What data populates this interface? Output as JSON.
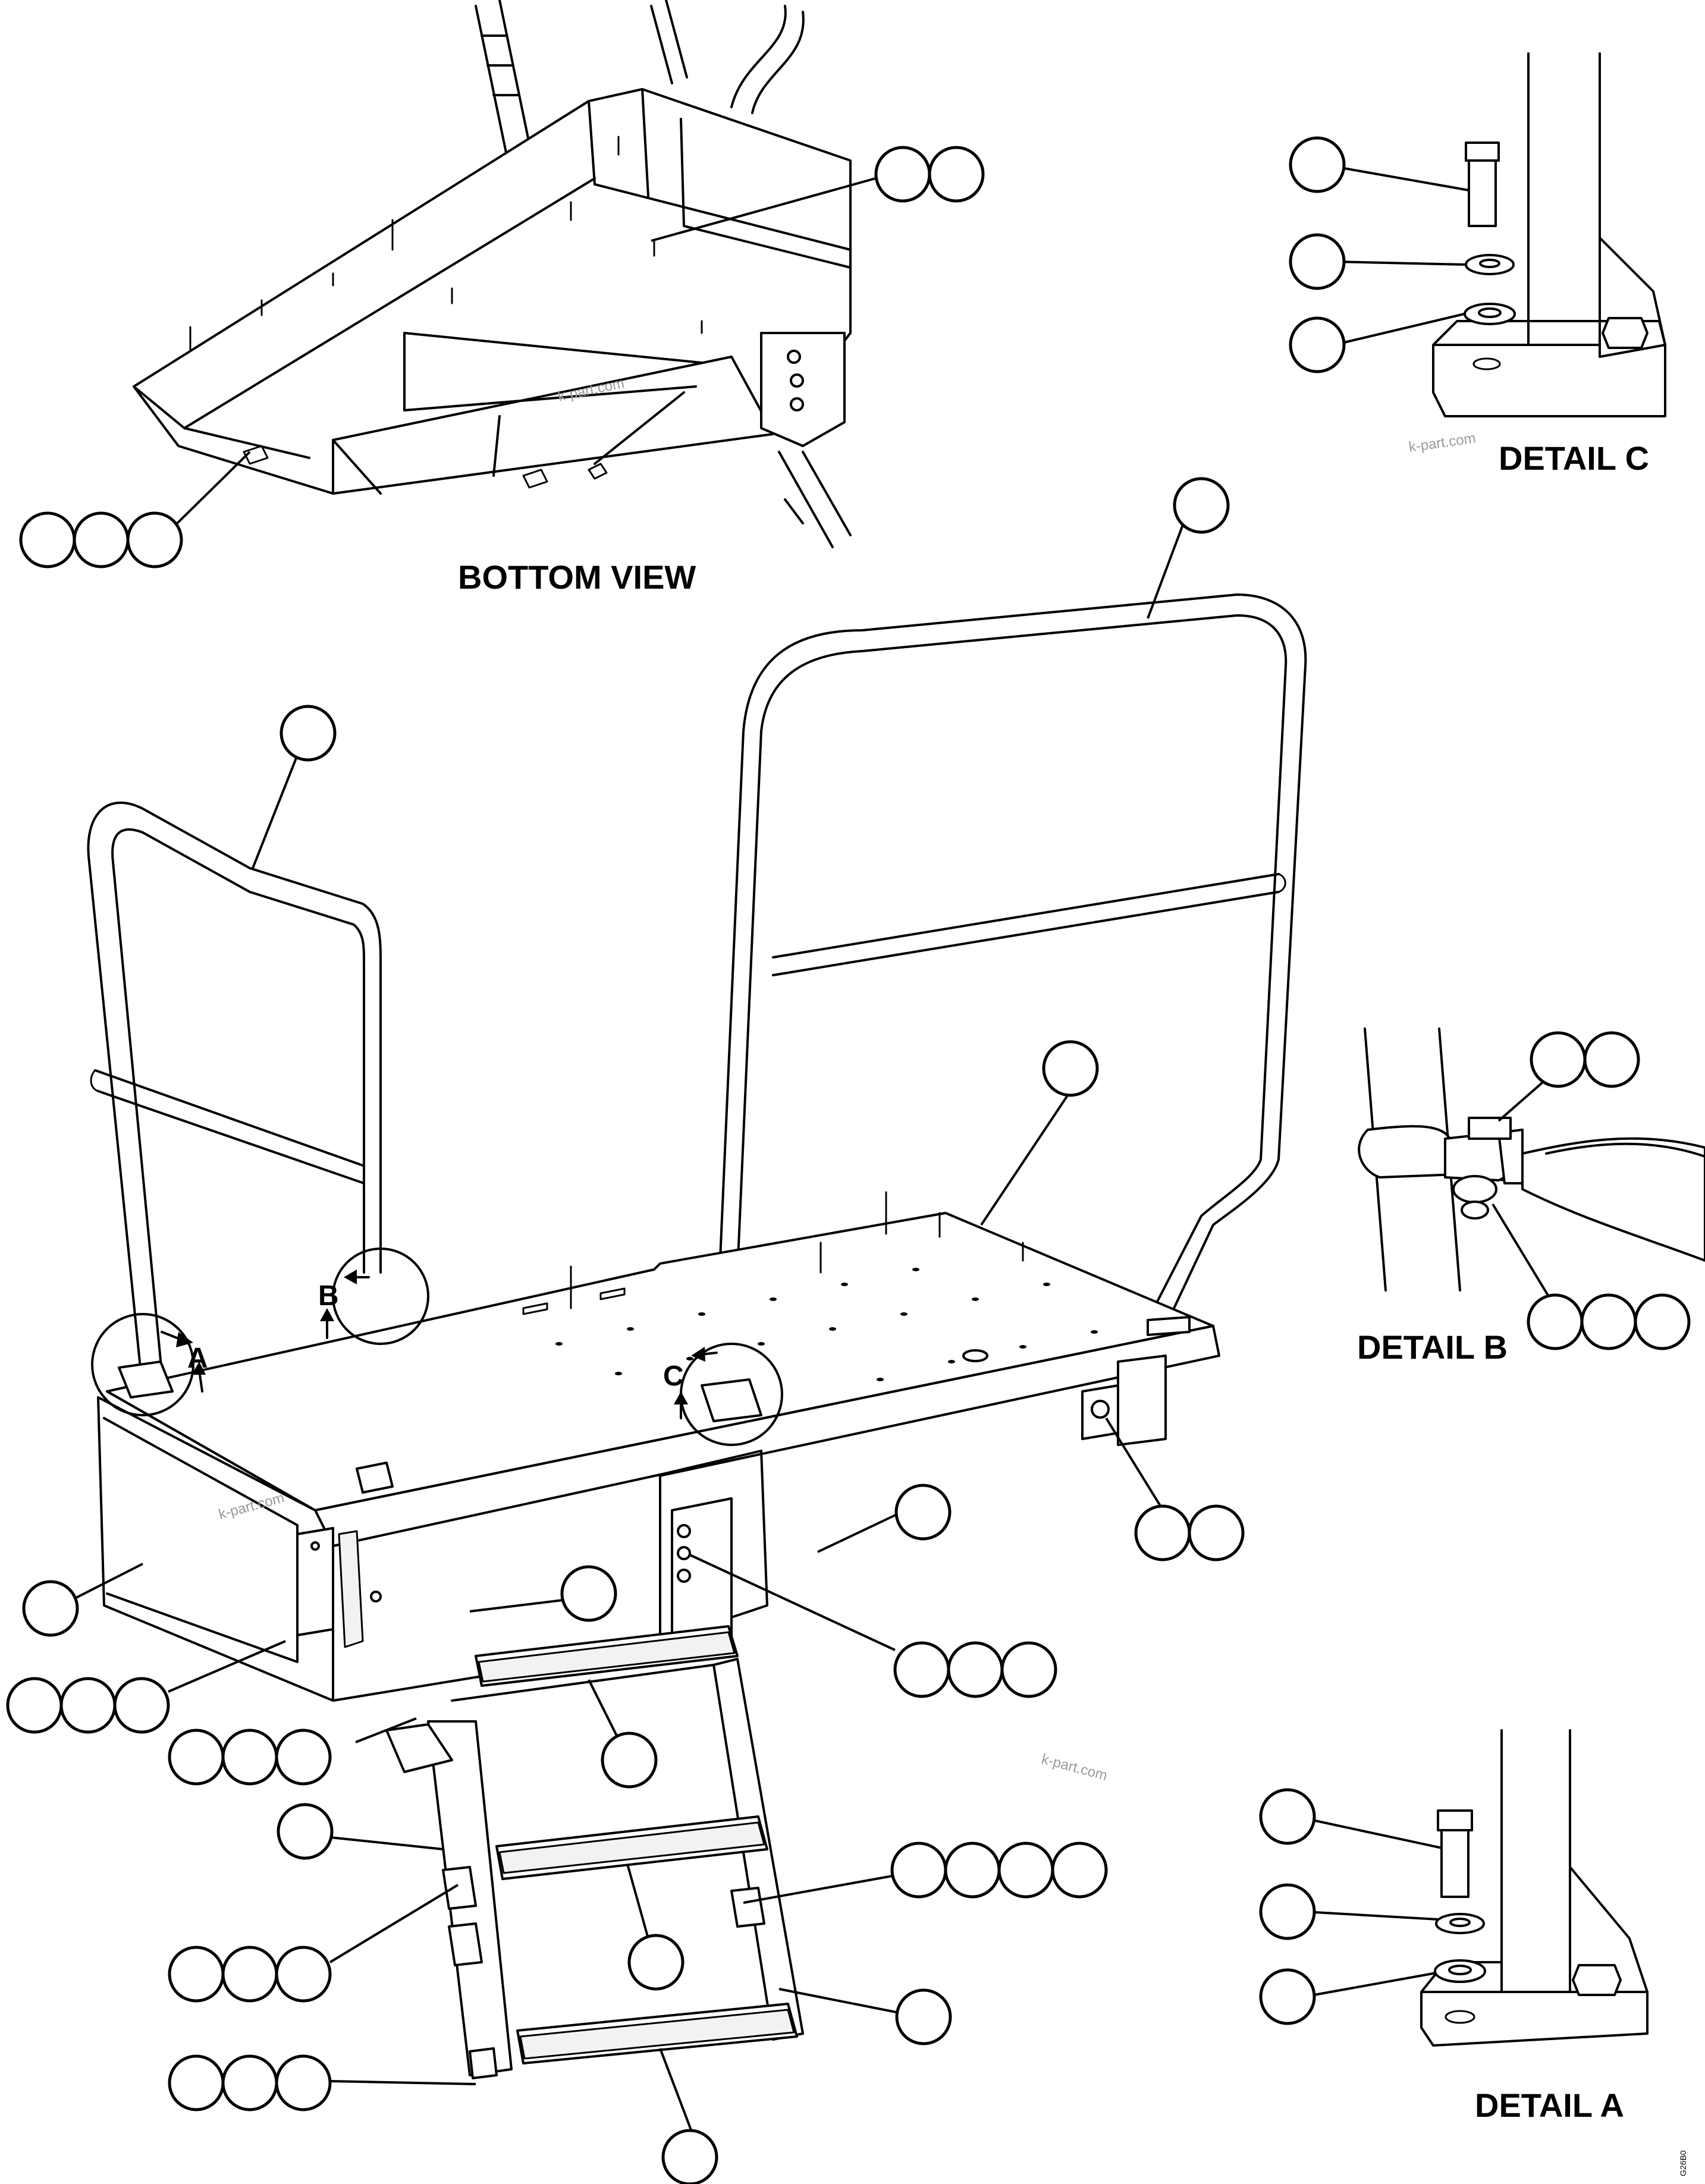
{
  "labels": {
    "bottom_view": "BOTTOM VIEW",
    "detail_a": "DETAIL A",
    "detail_b": "DETAIL B",
    "detail_c": "DETAIL C"
  },
  "callout_letters": {
    "a": "A",
    "b": "B",
    "c": "C"
  },
  "watermark": "k-part.com",
  "drawing_code": "G26B0"
}
